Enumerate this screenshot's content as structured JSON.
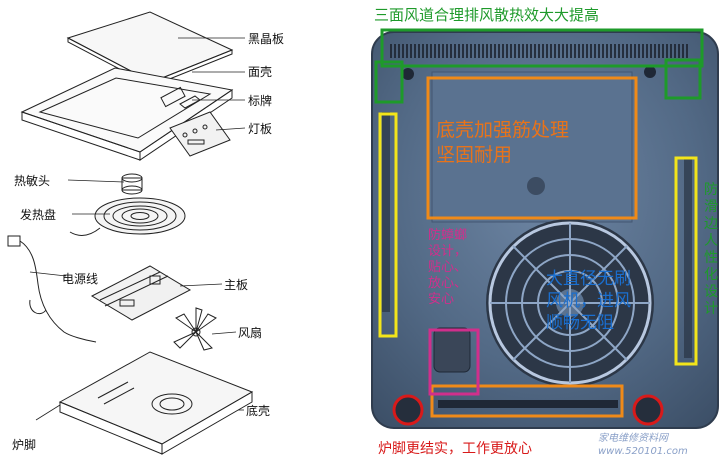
{
  "left_diagram": {
    "labels": {
      "crystal_plate": "黑晶板",
      "top_cover": "面壳",
      "nameplate": "标牌",
      "light_board": "灯板",
      "thermistor": "热敏头",
      "heating_coil": "发热盘",
      "power_cord": "电源线",
      "main_board": "主板",
      "fan": "风扇",
      "bottom_shell": "底壳",
      "feet": "炉脚"
    }
  },
  "right_photo": {
    "captions": {
      "top": "三面风道合理排风散热效大大提高",
      "center_box": [
        "底壳加强筋处理",
        "坚固耐用"
      ],
      "anti_cockroach": [
        "防蟑螂",
        "设计，",
        "贴心、",
        "放心、",
        "安心"
      ],
      "fan_caption": [
        "大直径无刷",
        "风机，进风",
        "顺畅无阻"
      ],
      "right_side": [
        "防",
        "滑",
        "边",
        "人",
        "性",
        "化",
        "设",
        "计"
      ],
      "bottom": "炉脚更结实，工作更放心"
    },
    "watermark": [
      "家电维修资料网",
      "www.520101.com"
    ],
    "colors": {
      "green": "#1e9a2a",
      "orange": "#f08a18",
      "yellow": "#f3e51a",
      "red": "#d81a1a",
      "pink": "#d02f8c",
      "blue": "#1a6fd0"
    }
  }
}
